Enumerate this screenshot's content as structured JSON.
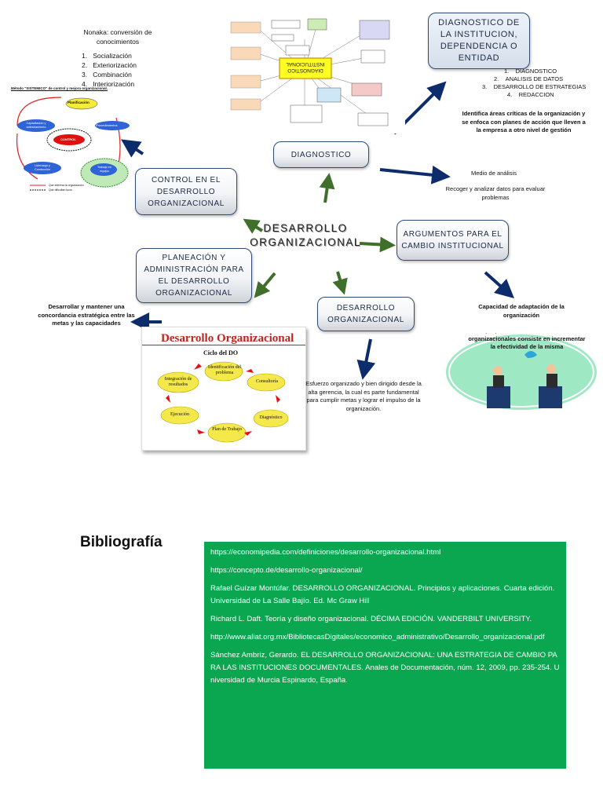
{
  "center": {
    "line1": "DESARROLLO",
    "line2": "ORGANIZACIONAL"
  },
  "boxes": {
    "diagnostico_institucion": "DIAGNOSTICO DE LA INSTITUCION, DEPENDENCIA O ENTIDAD",
    "diagnostico": "DIAGNOSTICO",
    "control": "CONTROL EN EL DESARROLLO ORGANIZACIONAL",
    "argumentos": "ARGUMENTOS PARA EL CAMBIO INSTITUCIONAL",
    "planeacion": "PLANEACIÓN Y ADMINISTRACIÓN PARA EL DESARROLLO ORGANIZACIONAL",
    "desarrollo_org": "DESARROLLO ORGANIZACIONAL"
  },
  "nonaka": {
    "title": "Nonaka: conversión de conocimientos",
    "items": [
      "Socialización",
      "Exteriorización",
      "Combinación",
      "Interiorización"
    ]
  },
  "diag_steps": [
    "DIAGNOSTICO",
    "ANALISIS DE DATOS",
    "DESARROLLO DE ESTRATEGIAS",
    "REDACCION"
  ],
  "notes": {
    "identifica": "Identifica áreas críticas de la organización y se enfoca con planes de acción que lleven a la empresa a otro nivel de gestión",
    "medio": "Medio de análisis",
    "recoger": "Recoger y analizar datos para evaluar problemas",
    "capacidad": "Capacidad de adaptación de la organización",
    "proposito": "El propósito de las modificaciones organizacionales consiste en incrementar la efectividad de la misma",
    "desarrollar": "Desarrollar y mantener una concordancia estratégica entre las metas y las capacidades",
    "esfuerzo": "Esfuerzo organizado y bien dirigido desde la alta gerencia, la cual es parte fundamental para cumplir metas y lograr el impulso de la organización."
  },
  "metodo": {
    "title": "Método \"SISTEMICO\" de control y mejora organizacional.",
    "nodes": [
      "Planificación",
      "Procedimientos",
      "Capacitación y adiestramiento",
      "CONTROL",
      "Liderazgo y Conducción",
      "Trabajo en equipo"
    ],
    "legend": [
      "Que interesa la organización",
      "Que dificultan lucro"
    ]
  },
  "ciclo": {
    "title": "Desarrollo Organizacional",
    "subtitle": "Ciclo del DO",
    "steps": [
      "Identificación del problema",
      "Consultoría",
      "Diagnóstico",
      "Plan de Trabajo",
      "Ejecución",
      "Integración de resultados"
    ]
  },
  "diagram_thumb": {
    "center_text": "DIAGNOSTICO INSTITUCIONAL"
  },
  "bibliografia": {
    "title": "Bibliografía",
    "entries": [
      "https://economipedia.com/definiciones/desarrollo-organizacional.html",
      "https://concepto.de/desarrollo-organizacional/",
      "Rafael Guízar Montúfar. DESARROLLO ORGANIZACIONAL. Principios y aplicaciones. Cuarta edición. Universidad de La Salle Bajío. Ed. Mc Graw Hill",
      "Richard L. Daft. Teoría y diseño organizacional. DÉCIMA EDICIÓN. VANDERBILT UNIVERSITY.",
      "http://www.aliat.org.mx/BibliotecasDigitales/economico_administrativo/Desarrollo_organizacional.pdf",
      "Sánchez Ambriz, Gerardo. EL DESARROLLO ORGANIZACIONAL: UNA ESTRATEGIA DE CAMBIO PARA LAS INSTITUCIONES DOCUMENTALES. Anales de Documentación, núm. 12, 2009, pp. 235-254. Universidad de Murcia Espinardo, España."
    ]
  },
  "colors": {
    "arrow_navy": "#0d2c6b",
    "arrow_green": "#3f6f2a",
    "bib_bg": "#0aa650",
    "box_border": "#2f4a75"
  }
}
